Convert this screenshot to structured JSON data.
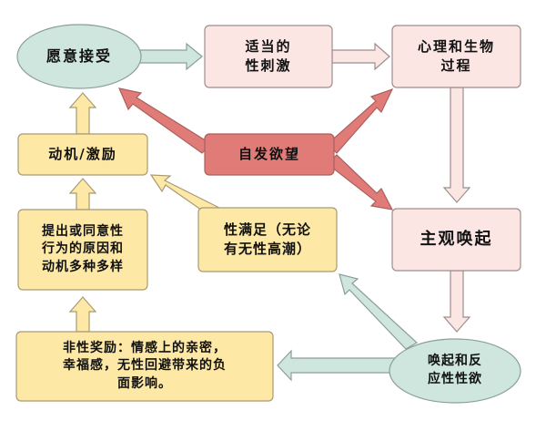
{
  "colors": {
    "teal_fill": "#cfe6df",
    "teal_stroke": "#8a9f99",
    "pink_fill": "#fbe6e4",
    "pink_stroke": "#9c8e8c",
    "red_fill": "#e07b78",
    "red_stroke": "#a9605e",
    "yellow_fill": "#fde8a6",
    "yellow_stroke": "#a89a75"
  },
  "nodes": {
    "willing": {
      "label": "愿意接受"
    },
    "stimuli": {
      "line1": "适当的",
      "line2": "性刺激"
    },
    "process": {
      "line1": "心理和生物",
      "line2": "过程"
    },
    "spontaneous": {
      "label": "自发欲望"
    },
    "motivation": {
      "label": "动机/激励"
    },
    "reasons": {
      "line1": "提出或同意性",
      "line2": "行为的原因和",
      "line3": "动机多种多样"
    },
    "satisfaction": {
      "line1": "性满足（无论",
      "line2": "有无性高潮）"
    },
    "subjective": {
      "label": "主观唤起"
    },
    "responsive": {
      "line1": "唤起和反",
      "line2": "应性性欲"
    },
    "rewards": {
      "line1": "非性奖励：情感上的亲密，",
      "line2": "幸福感，无性回避带来的负",
      "line3": "面影响。"
    }
  }
}
